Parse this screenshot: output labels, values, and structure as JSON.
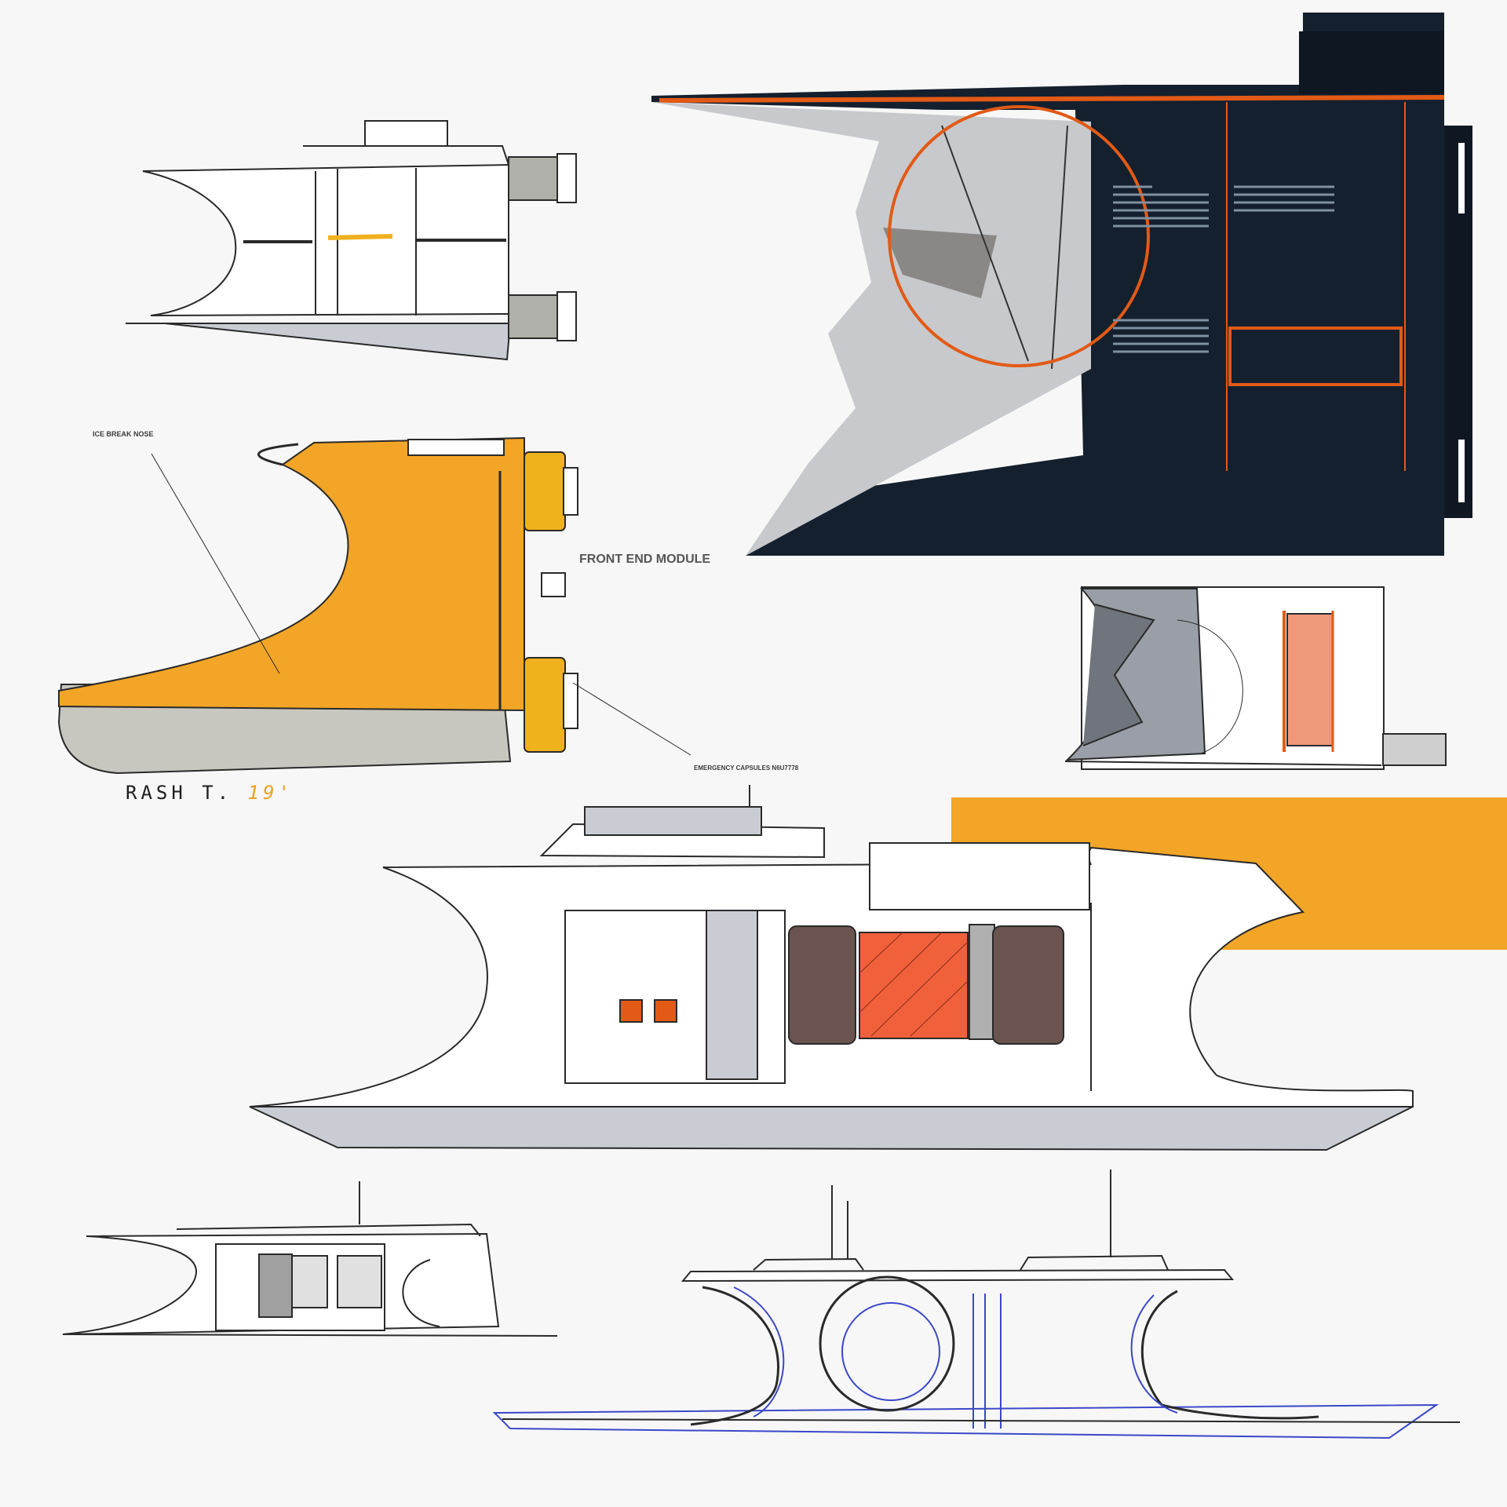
{
  "labels": {
    "ice_break_nose": "ICE BREAK NOSE",
    "front_end_module": "FRONT END MODULE",
    "emergency_capsules": "EMERGENCY CAPSULES  N6U7778"
  },
  "signature": {
    "name": "RASH T.",
    "year": "19'"
  },
  "colors": {
    "paper": "#f7f7f7",
    "ink": "#2a2a2a",
    "marker_orange": "#f2a526",
    "accent_orange": "#e25a16",
    "render_navy": "#15202e",
    "warm_grey": "#c7c7c0",
    "cool_grey": "#c9ccd3",
    "blue_pencil": "#3b48c8",
    "capsule_brown": "#6b5450",
    "salmon": "#f0987a"
  }
}
